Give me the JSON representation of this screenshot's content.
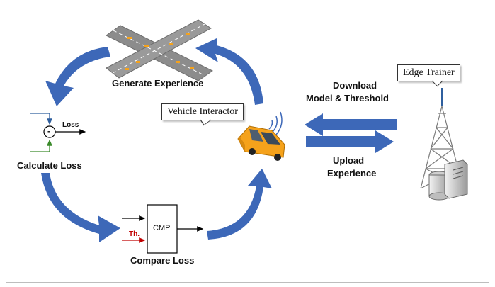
{
  "labels": {
    "generate_experience": "Generate Experience",
    "calculate_loss": "Calculate Loss",
    "compare_loss": "Compare  Loss",
    "loss_small": "Loss",
    "minus_sign": "-",
    "cmp": "CMP",
    "threshold": "Th.",
    "vehicle_interactor": "Vehicle Interactor",
    "edge_trainer": "Edge Trainer",
    "download_line1": "Download",
    "download_line2": "Model & Threshold",
    "upload_line1": "Upload",
    "upload_line2": "Experience"
  },
  "colors": {
    "cycle_arrow": "#3d68b8",
    "threshold_red": "#c00000",
    "feedback_green": "#3a8a2a",
    "input_blue": "#2f5f9e",
    "van_orange": "#f5a21b",
    "road_gray": "#8c8c8c"
  },
  "icons": [
    "intersection-icon",
    "van-icon",
    "wireless-signal-icon",
    "cell-tower-icon",
    "server-icon"
  ]
}
